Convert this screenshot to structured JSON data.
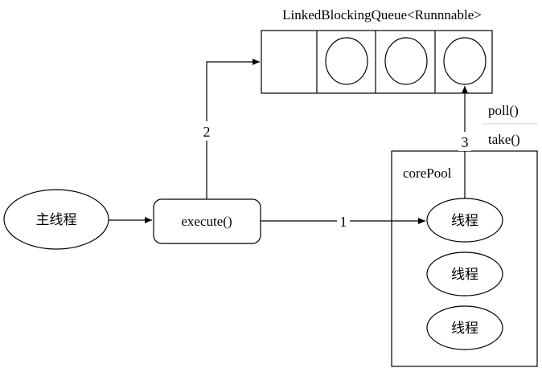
{
  "queue": {
    "title": "LinkedBlockingQueue<Runnnable>",
    "slot_count": 4,
    "filled_slots": 3
  },
  "main_thread": {
    "label": "主线程"
  },
  "execute": {
    "label": "execute()"
  },
  "core_pool": {
    "title": "corePool",
    "threads": [
      "线程",
      "线程",
      "线程"
    ]
  },
  "labels": {
    "poll": "poll()",
    "take": "take()"
  },
  "edges": {
    "step1": "1",
    "step2": "2",
    "step3": "3"
  }
}
